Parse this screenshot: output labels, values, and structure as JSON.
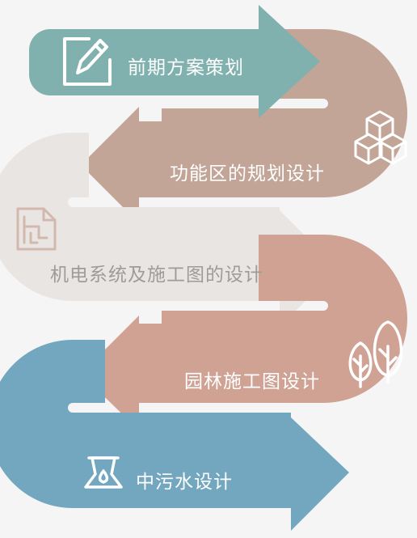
{
  "steps": [
    {
      "label": "前期方案策划",
      "icon": "edit-icon",
      "color": "#80b1ae"
    },
    {
      "label": "功能区的规划设计",
      "icon": "cubes-icon",
      "color": "#c2a597"
    },
    {
      "label": "机电系统及施工图的设计",
      "icon": "blueprint-icon",
      "color": "#e9e5e3"
    },
    {
      "label": "园林施工图设计",
      "icon": "trees-icon",
      "color": "#cfa294"
    },
    {
      "label": "中污水设计",
      "icon": "flask-icon",
      "color": "#72a7bf"
    }
  ]
}
